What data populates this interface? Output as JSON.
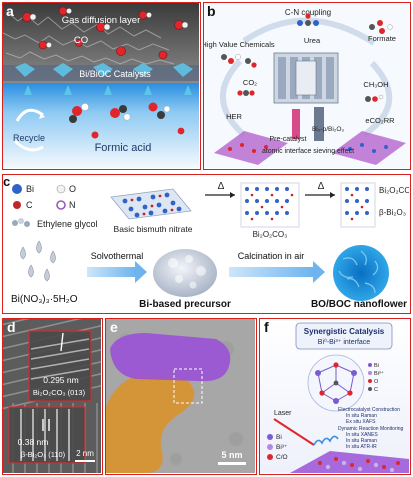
{
  "panel_a": {
    "label": "a",
    "gdl_label": "Gas diffusion layer",
    "co_label": "CO",
    "catalyst_label": "Bi/BiOC Catalysts",
    "recycle_label": "Recycle",
    "formic_label": "Formic acid"
  },
  "panel_b": {
    "label": "b",
    "cn_coupling": "C-N coupling",
    "high_value": "High Value Chemicals",
    "urea": "Urea",
    "formate": "Formate",
    "co2": "CO₂",
    "ch3oh": "CH₃OH",
    "her": "HER",
    "eco2rr": "eCO₂RR",
    "pre_catalyst": "Pre-catalyst",
    "bi_label": "Bi₀-p/Bi₂O₃",
    "sieving": "atomic interface sieving effect"
  },
  "panel_c": {
    "label": "c",
    "legend_bi": "Bi",
    "legend_o": "O",
    "legend_c": "C",
    "legend_n": "N",
    "ethylene": "Ethylene glycol",
    "basic_bismuth": "Basic bismuth nitrate",
    "delta1": "Δ",
    "delta2": "Δ",
    "bi2o2co3_mid": "Bi₂O₂CO₃",
    "bi2o2co3_right": "Bi₂O₂CO₃",
    "beta_bi2o3": "β-Bi₂O₃",
    "solvothermal": "Solvothermal",
    "calcination": "Calcination in air",
    "reagent": "Bi(NO₃)₃·5H₂O",
    "precursor": "Bi-based precursor",
    "nanoflower": "BO/BOC nanoflower"
  },
  "panel_d": {
    "label": "d",
    "d1": "0.295 nm",
    "d1_phase": "Bi₂O₂CO₃ (013)",
    "d2": "0.38 nm",
    "d2_phase": "β-Bi₂O₃ (110)",
    "scale": "2 nm"
  },
  "panel_e": {
    "label": "e",
    "scale": "5 nm"
  },
  "panel_f": {
    "label": "f",
    "title": "Synergistic Catalysis",
    "subtitle": "Bi⁰-Bi³⁺ interface",
    "legend_bi0": "Bi",
    "legend_bi3": "Bi³⁺",
    "legend_co": "C/O",
    "legend_top_bi0": "Bi",
    "legend_top_bi3": "Bi³⁺",
    "legend_top_o": "O",
    "legend_top_c": "C",
    "laser": "Laser",
    "electro1": "Electrocatalyst Construction",
    "electro2": "In situ Raman",
    "electro3": "Ex situ XAFS",
    "dyn1": "Dynamic Reaction Monitoring",
    "dyn2": "In situ XANES",
    "dyn3": "In situ Raman",
    "dyn4": "In situ ATR-IR"
  },
  "colors": {
    "frame": "#d9201f",
    "bi": "#2f63c8",
    "o": "#f2f2f2",
    "c": "#c0262b",
    "n": "#9b59b6",
    "purple": "#9a52d6",
    "orange": "#d9932e"
  }
}
